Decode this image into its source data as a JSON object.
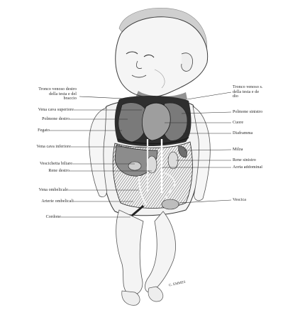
{
  "labels_left": [
    {
      "key": "tronco_destro",
      "text": "Tronco venoso destro\ndella testa e del\nbraccio"
    },
    {
      "key": "vena_cava_sup",
      "text": "Vena cava superiore"
    },
    {
      "key": "polmone_destro",
      "text": "Polmone destro"
    },
    {
      "key": "fegato",
      "text": "Fegato"
    },
    {
      "key": "vena_cava_inf",
      "text": "Vena cava inferiore"
    },
    {
      "key": "vescichetta",
      "text": "Vescichetta biliare"
    },
    {
      "key": "rene_destro",
      "text": "Rene destro"
    },
    {
      "key": "vena_ombelicale",
      "text": "Vena ombelicale"
    },
    {
      "key": "arterie_ombelicali",
      "text": "Arterie ombelicali"
    },
    {
      "key": "cordone",
      "text": "Cordone"
    }
  ],
  "labels_right": [
    {
      "key": "tronco_sinistro",
      "text": "Tronco venoso s.\ndella testa e de\ndio"
    },
    {
      "key": "polmone_sinistro",
      "text": "Polmone sinistro"
    },
    {
      "key": "cuore",
      "text": "Cuore"
    },
    {
      "key": "diaframma",
      "text": "Diaframma"
    },
    {
      "key": "milza",
      "text": "Milza"
    },
    {
      "key": "rene_sinistro",
      "text": "Rene sinistro"
    },
    {
      "key": "aorta",
      "text": "Aorta addominal"
    },
    {
      "key": "vescica",
      "text": "Vescica"
    }
  ],
  "signature": "G. EMMES",
  "colors": {
    "ink": "#1e1e1e",
    "shade": "#2b2b2b",
    "paper": "#ffffff"
  }
}
